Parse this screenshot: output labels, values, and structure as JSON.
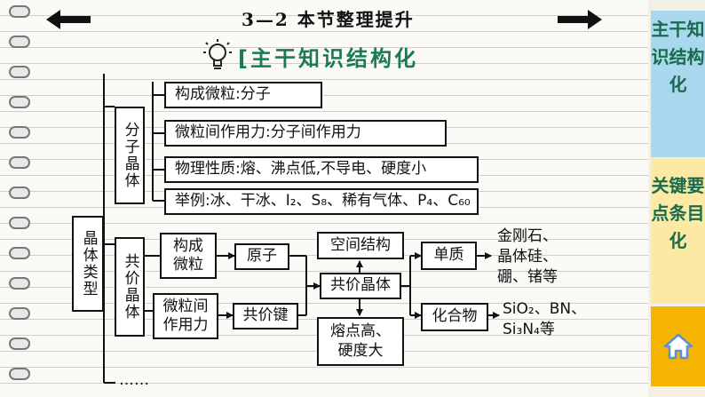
{
  "header": {
    "title": "3—2  本节整理提升"
  },
  "subtitle": {
    "text": "[主干知识结构化"
  },
  "diagram": {
    "root": "晶体类型",
    "molecular": {
      "label": "分子晶体",
      "items": [
        "构成微粒:分子",
        "微粒间作用力:分子间作用力",
        "物理性质:熔、沸点低,不导电、硬度小",
        "举例:冰、干冰、I₂、S₈、稀有气体、P₄、C₆₀"
      ]
    },
    "covalent": {
      "label": "共价晶体",
      "constituent_label": "构成微粒",
      "constituent_value": "原子",
      "force_label": "微粒间作用力",
      "force_value": "共价键",
      "center": "共价晶体",
      "structure": "空间结构",
      "properties": "熔点高、硬度大",
      "element": "单质",
      "element_examples": [
        "金刚石、",
        "晶体硅、",
        "硼、锗等"
      ],
      "compound": "化合物",
      "compound_examples": [
        "SiO₂、BN、",
        "Si₃N₄等"
      ]
    },
    "more": "……"
  },
  "sidebar": {
    "tabs": [
      {
        "label": "主干知识结构化"
      },
      {
        "label": "关键要点条目化"
      }
    ]
  },
  "colors": {
    "tab_blue": "#a9d7ee",
    "tab_yellow": "#fbe9a4",
    "home_orange": "#f4b400",
    "tab_text": "#1a6b4e",
    "subtitle_green": "#1a7a57"
  },
  "icons": [
    "back-arrow-icon",
    "forward-arrow-icon",
    "lightbulb-icon",
    "home-icon"
  ]
}
